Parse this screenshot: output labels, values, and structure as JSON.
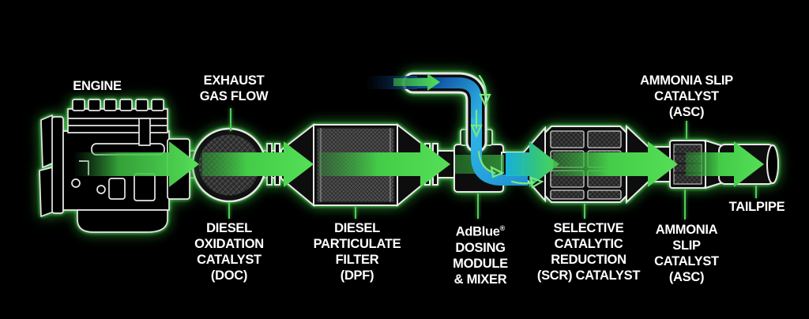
{
  "meta": {
    "title": "Diesel exhaust aftertreatment system diagram"
  },
  "diagram": {
    "colors": {
      "background": "#000000",
      "accent_green": "#4CD64E",
      "glow_green": "#2FAE36",
      "adblue_cyan": "#2FB7E8",
      "adblue_navy": "#0A2A55",
      "outline_white": "#E8E8E8",
      "text_white": "#FFFFFF"
    },
    "labels": {
      "engine": {
        "lines": [
          "ENGINE"
        ]
      },
      "exhaust_gas_flow": {
        "lines": [
          "EXHAUST",
          "GAS FLOW"
        ]
      },
      "asc_top": {
        "lines": [
          "AMMONIA SLIP",
          "CATALYST",
          "(ASC)"
        ]
      },
      "doc": {
        "lines": [
          "DIESEL",
          "OXIDATION",
          "CATALYST",
          "(DOC)"
        ]
      },
      "dpf": {
        "lines": [
          "DIESEL",
          "PARTICULATE",
          "FILTER",
          "(DPF)"
        ]
      },
      "adblue": {
        "brand": "AdBlue",
        "reg": "®",
        "lines": [
          "DOSING",
          "MODULE",
          "& MIXER"
        ]
      },
      "scr": {
        "lines": [
          "SELECTIVE",
          "CATALYTIC",
          "REDUCTION",
          "(SCR) CATALYST"
        ]
      },
      "asc_bottom": {
        "lines": [
          "AMMONIA",
          "SLIP",
          "CATALYST",
          "(ASC)"
        ]
      },
      "tailpipe": {
        "lines": [
          "TAILPIPE"
        ]
      }
    },
    "flow_order": [
      "ENGINE",
      "DIESEL OXIDATION CATALYST (DOC)",
      "DIESEL PARTICULATE FILTER (DPF)",
      "AdBlue® DOSING MODULE & MIXER",
      "SELECTIVE CATALYTIC REDUCTION (SCR) CATALYST",
      "AMMONIA SLIP CATALYST (ASC)",
      "TAILPIPE"
    ]
  }
}
